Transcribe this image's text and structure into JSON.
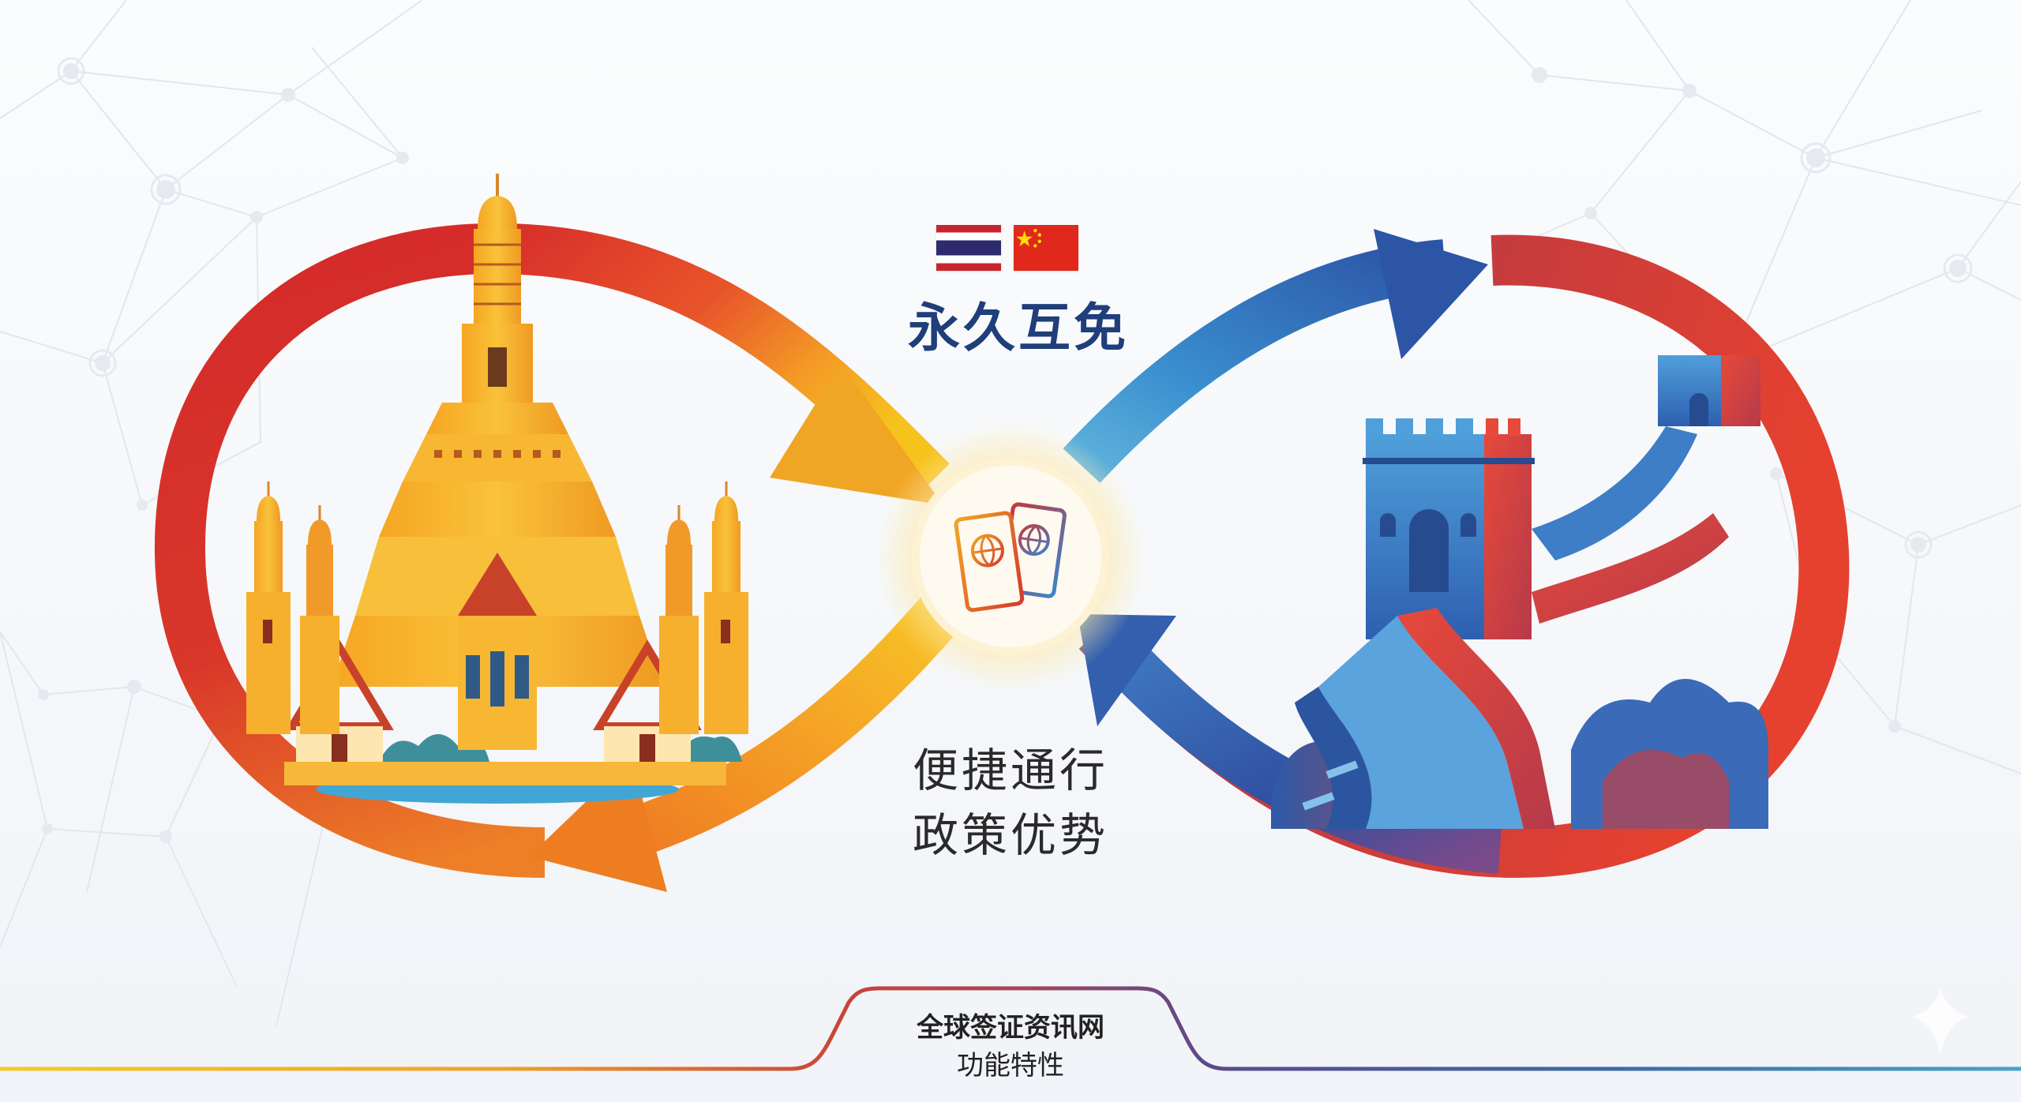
{
  "header": {
    "flags": [
      {
        "country": "Thailand",
        "icon": "thailand-flag-icon"
      },
      {
        "country": "China",
        "icon": "china-flag-icon"
      }
    ],
    "title": "永久互免"
  },
  "center": {
    "icon": "passports-globe-icon",
    "caption_line1": "便捷通行",
    "caption_line2": "政策优势"
  },
  "illustrations": {
    "left": "thai-temple-wat-arun-icon",
    "right": "great-wall-of-china-icon"
  },
  "footer": {
    "line1": "全球签证资讯网",
    "line2": "功能特性"
  },
  "colors": {
    "title": "#1f3e7a",
    "loop_left_red": "#d8312b",
    "loop_left_orange": "#f08a24",
    "loop_left_yellow": "#f6c21c",
    "loop_right_blue": "#2c5aa8",
    "loop_right_lightblue": "#3f95d0",
    "loop_right_red": "#e3412f",
    "footer_line_left": "#f2c230",
    "footer_line_right": "#4a9cc4"
  }
}
